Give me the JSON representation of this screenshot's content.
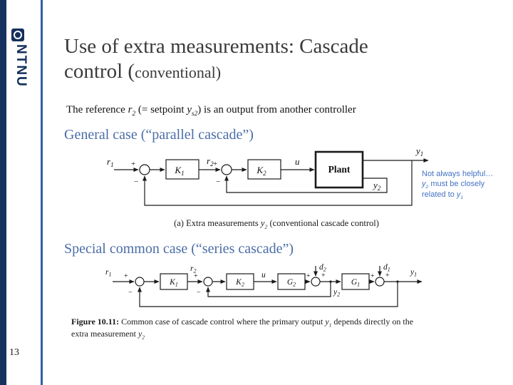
{
  "page": {
    "number": "13",
    "logo_text": "NTNU"
  },
  "colors": {
    "navy_bar": "#16335f",
    "accent_line": "#2f5fa3",
    "heading_blue": "#4a6da7",
    "note_blue": "#4472c4",
    "title_gray": "#3a3a3a"
  },
  "title": {
    "line1": "Use of extra measurements: Cascade",
    "line2_main": "control (",
    "line2_small": "conventional)"
  },
  "intro": {
    "t1": "The reference ",
    "v1": "r",
    "v1s": "2",
    "t2": " (= setpoint ",
    "v2": "y",
    "v2s": "s2",
    "t3": ") is an output from another controller"
  },
  "sections": {
    "general": "General case (“parallel cascade”)",
    "special": "Special common case (“series cascade”)"
  },
  "note": {
    "line1": "Not always helpful…",
    "l2v": "y",
    "l2s": "2",
    "l2t": " must be closely",
    "l3t": "related to ",
    "l3v": "y",
    "l3s": "1"
  },
  "signs": {
    "plus": "+",
    "minus": "−"
  },
  "diagram1": {
    "r1m": "r",
    "r1s": "1",
    "r2m": "r",
    "r2s": "2",
    "k1m": "K",
    "k1s": "1",
    "k2m": "K",
    "k2s": "2",
    "u": "u",
    "plant": "Plant",
    "y1m": "y",
    "y1s": "1",
    "y2m": "y",
    "y2s": "2",
    "caption": {
      "a": "(a) Extra measurements ",
      "ym": "y",
      "ys": "2",
      "b": " (conventional cascade control)"
    }
  },
  "diagram2": {
    "r1m": "r",
    "r1s": "1",
    "r2m": "r",
    "r2s": "2",
    "k1m": "K",
    "k1s": "1",
    "k2m": "K",
    "k2s": "2",
    "g1m": "G",
    "g1s": "1",
    "g2m": "G",
    "g2s": "2",
    "d1m": "d",
    "d1s": "1",
    "d2m": "d",
    "d2s": "2",
    "u": "u",
    "y1m": "y",
    "y1s": "1",
    "y2m": "y",
    "y2s": "2",
    "caption": {
      "fig": "Figure 10.11:",
      "t1": " Common case of cascade control where the primary output ",
      "y1m": "y",
      "y1s": "1",
      "t2": " depends directly on the",
      "t3": "extra measurement ",
      "y2m": "y",
      "y2s": "2"
    }
  }
}
